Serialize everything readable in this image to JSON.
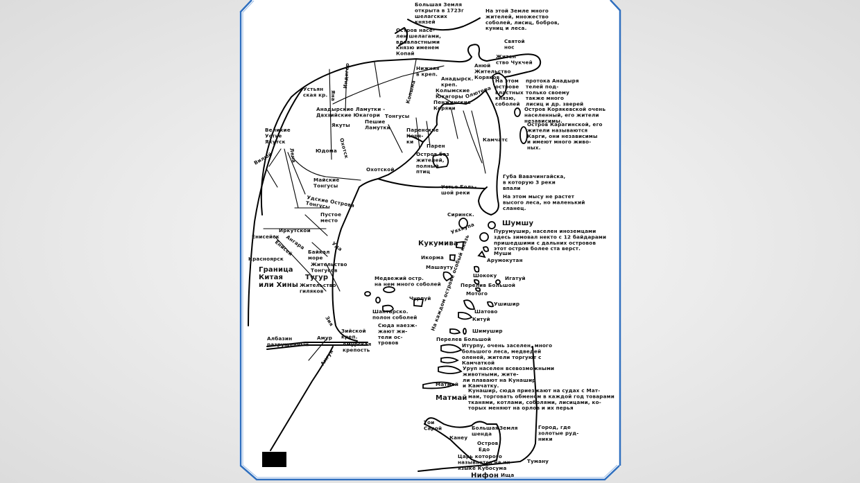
{
  "colors": {
    "frame": "#2f6fbf",
    "ink": "#000000",
    "paper": "#ffffff"
  },
  "map": {
    "labels": [
      {
        "lines": [
          "Большая Земля",
          "открыта в 1723г",
          "шелагских",
          "князей"
        ]
      },
      {
        "lines": [
          "На этой Земле много",
          "жителей, множество",
          "соболей, лисиц, бобров,",
          "куниц и леса."
        ]
      },
      {
        "lines": [
          "Остров насе-",
          "лен шелагами,",
          "вдавластными",
          "князю именем",
          "Копай"
        ]
      },
      {
        "lines": [
          "Святой",
          "нос"
        ]
      },
      {
        "lines": [
          "Жител",
          "ство Чукчей"
        ]
      },
      {
        "lines": [
          "Нижняя",
          "в креп."
        ]
      },
      {
        "lines": [
          "Анадырск.",
          "креп."
        ]
      },
      {
        "lines": [
          "Анюй",
          "Жительство",
          "Коряков"
        ]
      },
      {
        "lines": [
          "Индигер"
        ]
      },
      {
        "lines": [
          "Устьян",
          "ская кр."
        ]
      },
      {
        "lines": [
          "Яна"
        ]
      },
      {
        "lines": [
          "Колыма"
        ]
      },
      {
        "lines": [
          "Колымские",
          "Юкагоры"
        ]
      },
      {
        "lines": [
          "Пенжинские",
          "Коряки"
        ]
      },
      {
        "lines": [
          "Олютера"
        ]
      },
      {
        "lines": [
          "Анадырские Ламутки -",
          "Двхзийские Юкагори"
        ]
      },
      {
        "lines": [
          "Якуты"
        ]
      },
      {
        "lines": [
          "Тонгусы"
        ]
      },
      {
        "lines": [
          "Пешие",
          "Ламутки"
        ]
      },
      {
        "lines": [
          "Паренские",
          "Коря-",
          "ки"
        ]
      },
      {
        "lines": [
          "Парен"
        ]
      },
      {
        "lines": [
          "Великие",
          "Устье",
          "Якутск"
        ]
      },
      {
        "lines": [
          "Лена"
        ]
      },
      {
        "lines": [
          "Вилюй"
        ]
      },
      {
        "lines": [
          "Юдома"
        ]
      },
      {
        "lines": [
          "Охотск"
        ]
      },
      {
        "lines": [
          "Остров без",
          "жителей,",
          "полный",
          "птиц"
        ]
      },
      {
        "lines": [
          "Охотской"
        ]
      },
      {
        "lines": [
          "Майские",
          "Тонгусы"
        ]
      },
      {
        "lines": [
          "Удские Острова",
          "Тонгусы"
        ]
      },
      {
        "lines": [
          "Устье Боль-",
          "шой реки"
        ]
      },
      {
        "lines": [
          "На этом",
          "острове",
          "властных",
          "князю,",
          "соболей"
        ]
      },
      {
        "lines": [
          "протока Анадыря",
          "телей под-",
          "только своему",
          "также много",
          "лисиц и др. зверей"
        ]
      },
      {
        "lines": [
          "Остров Корякевской очень",
          "населенный, его жители",
          "независимы."
        ]
      },
      {
        "lines": [
          "Остров Карагинской, его",
          "жители называются",
          "Карги, они независимы",
          "и имеют много живо-",
          "ных."
        ]
      },
      {
        "lines": [
          "Губа Вавачингайска,",
          "в которую 3 реки",
          "впали"
        ]
      },
      {
        "lines": [
          "На этом мысу не растет",
          "высого леса, но маленький",
          "сланец."
        ]
      },
      {
        "lines": [
          "Камчатс"
        ]
      },
      {
        "lines": [
          "Сиринск."
        ]
      },
      {
        "lines": [
          "Шумшу"
        ]
      },
      {
        "lines": [
          "Пурумушир, населен иноземцами",
          "здесь зимовал некто с 12 байдарами",
          "пришедшими с дальних островов",
          "этот остров более ста верст."
        ]
      },
      {
        "lines": [
          "Уяхкупа"
        ]
      },
      {
        "lines": [
          "Кукумива"
        ]
      },
      {
        "lines": [
          "Муши"
        ]
      },
      {
        "lines": [
          "Арумокутан"
        ]
      },
      {
        "lines": [
          "Икорма"
        ]
      },
      {
        "lines": [
          "Машауту"
        ]
      },
      {
        "lines": [
          "Медвежий остр.",
          "на нем много соболей"
        ]
      },
      {
        "lines": [
          "Шококу"
        ]
      },
      {
        "lines": [
          "Игатуй"
        ]
      },
      {
        "lines": [
          "Перелив Большой"
        ]
      },
      {
        "lines": [
          "Мотого"
        ]
      },
      {
        "lines": [
          "Чурпуй"
        ]
      },
      {
        "lines": [
          "Ушишир"
        ]
      },
      {
        "lines": [
          "Шантарско.",
          "полон соболей"
        ]
      },
      {
        "lines": [
          "Сюда наезж-",
          "жают жи-",
          "тели ос-",
          "тровов"
        ]
      },
      {
        "lines": [
          "Шатово"
        ]
      },
      {
        "lines": [
          "Китуй"
        ]
      },
      {
        "lines": [
          "На каждом острове особый князь"
        ]
      },
      {
        "lines": [
          "Шимушир"
        ]
      },
      {
        "lines": [
          "Перелев Большой"
        ]
      },
      {
        "lines": [
          "Итурпу, очень заселен, много",
          "большого леса, медведей",
          "оленей, жители торгуют с",
          "Камчаткой"
        ]
      },
      {
        "lines": [
          "Уруп населен всевозможными",
          "животными, жите-",
          "ли плавают на Кунашир",
          "и Камчатку."
        ]
      },
      {
        "lines": [
          "Кунашир, сюда приезжают на судах с Мат-",
          "маи, торговать обменом в каждой год товарами",
          "тканями, котлами, соболями, лисицами, ко-",
          "торых меняют на орлов и их перья"
        ]
      },
      {
        "lines": [
          "Матмай"
        ]
      },
      {
        "lines": [
          "Матмай"
        ]
      },
      {
        "lines": [
          "Иркутской"
        ]
      },
      {
        "lines": [
          "Енисейск"
        ]
      },
      {
        "lines": [
          "Ангара"
        ]
      },
      {
        "lines": [
          "Енисей"
        ]
      },
      {
        "lines": [
          "Байкал",
          "море"
        ]
      },
      {
        "lines": [
          "Красноярск"
        ]
      },
      {
        "lines": [
          "Граница",
          "Китая",
          "или Хины"
        ]
      },
      {
        "lines": [
          "Уда"
        ]
      },
      {
        "lines": [
          "Жительство",
          "Тонгусов"
        ]
      },
      {
        "lines": [
          "Тугур"
        ]
      },
      {
        "lines": [
          "Жительство",
          "гиляков"
        ]
      },
      {
        "lines": [
          "Зия"
        ]
      },
      {
        "lines": [
          "Зийской",
          "креп."
        ]
      },
      {
        "lines": [
          "Амур"
        ]
      },
      {
        "lines": [
          "Албазин",
          "разрушенный"
        ]
      },
      {
        "lines": [
          "Амурская",
          "крепость"
        ]
      },
      {
        "lines": [
          "Амгун"
        ]
      },
      {
        "lines": [
          "Пустое",
          "место"
        ]
      },
      {
        "lines": [
          "Тои",
          "Сарой"
        ]
      },
      {
        "lines": [
          "Большая",
          "шенда"
        ]
      },
      {
        "lines": [
          "Земля"
        ]
      },
      {
        "lines": [
          "Канеу"
        ]
      },
      {
        "lines": [
          "Остров"
        ]
      },
      {
        "lines": [
          "Едо"
        ]
      },
      {
        "lines": [
          "Царь которого",
          "называется на их",
          "языке Кубосума"
        ]
      },
      {
        "lines": [
          "Нифон"
        ]
      },
      {
        "lines": [
          "Ища"
        ]
      },
      {
        "lines": [
          "Туману"
        ]
      },
      {
        "lines": [
          "Город, где",
          "золотые руд-",
          "ники"
        ]
      }
    ]
  }
}
